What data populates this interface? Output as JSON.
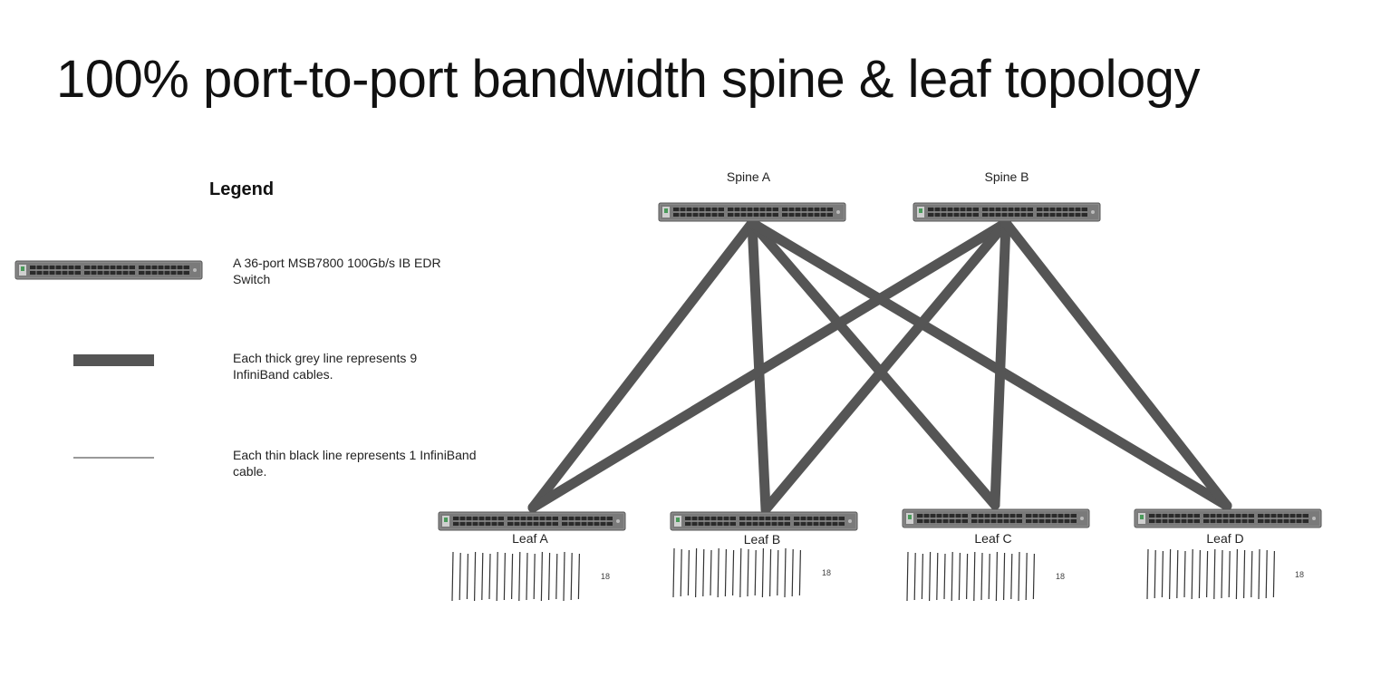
{
  "title": "100% port-to-port bandwidth spine & leaf topology",
  "legend": {
    "heading": "Legend",
    "items": [
      {
        "symbol": "switch-icon",
        "text_line1": "A 36-port MSB7800 100Gb/s IB EDR",
        "text_line2": "Switch"
      },
      {
        "symbol": "thick-line",
        "text_line1": "Each thick grey line represents 9",
        "text_line2": "InfiniBand cables."
      },
      {
        "symbol": "thin-line",
        "text_line1": "Each thin black line represents 1 InfiniBand",
        "text_line2": "cable."
      }
    ]
  },
  "spines": [
    {
      "label": "Spine A"
    },
    {
      "label": "Spine B"
    }
  ],
  "leaves": [
    {
      "label": "Leaf A",
      "cable_count": "18"
    },
    {
      "label": "Leaf B",
      "cable_count": "18"
    },
    {
      "label": "Leaf C",
      "cable_count": "18"
    },
    {
      "label": "Leaf D",
      "cable_count": "18"
    }
  ],
  "colors": {
    "thick_line": "#555555",
    "thin_line": "#333333",
    "switch_body": "#6e6e6e",
    "switch_ports": "#2a2a2a"
  }
}
